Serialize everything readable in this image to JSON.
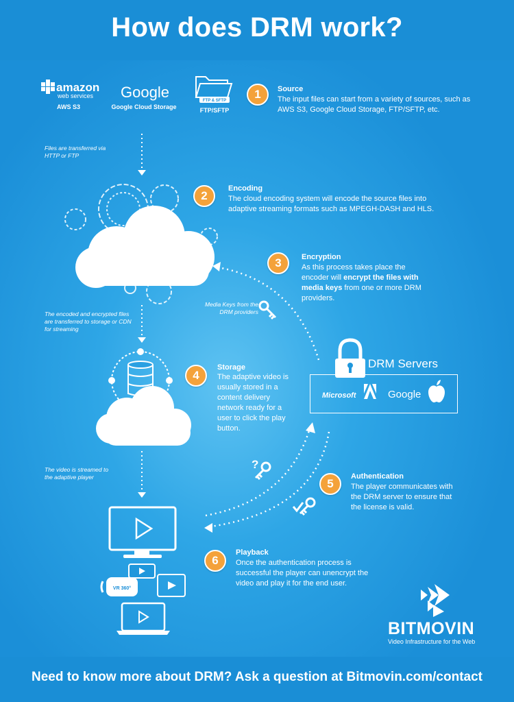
{
  "header": {
    "title": "How does DRM work?"
  },
  "sources": {
    "amazon_logo": "amazon",
    "amazon_logo_sub": "web services",
    "aws_label": "AWS S3",
    "google_logo": "Google",
    "gcs_label": "Google Cloud Storage",
    "ftp_tag": "FTP & SFTP",
    "ftp_label": "FTP/SFTP"
  },
  "steps": [
    {
      "num": "1",
      "title": "Source",
      "text": "The input files can start from a variety of sources, such as AWS S3, Google Cloud Storage, FTP/SFTP, etc."
    },
    {
      "num": "2",
      "title": "Encoding",
      "text": "The cloud encoding system will encode the  source files into adaptive streaming formats such as MPEGH-DASH and HLS."
    },
    {
      "num": "3",
      "title": "Encryption",
      "text_before": "As this process takes place the encoder will ",
      "text_bold": "encrypt the files with media keys",
      "text_after": " from one or more DRM providers."
    },
    {
      "num": "4",
      "title": "Storage",
      "text": "The adaptive video is usually stored in a content delivery network ready for a user to click the play button."
    },
    {
      "num": "5",
      "title": "Authentication",
      "text": "The player communicates with the DRM server to ensure that the license is valid."
    },
    {
      "num": "6",
      "title": "Playback",
      "text": "Once the authentication process is successful the player can unencrypt the video and play it for the end user."
    }
  ],
  "notes": {
    "transfer": "Files are transferred via HTTP or FTP",
    "encoded": "The encoded and encrypted files are transferred to storage or CDN for streaming",
    "streamed": "The video is streamed to the adaptive player",
    "media_keys": "Media Keys from the DRM providers"
  },
  "drm": {
    "title": "DRM Servers",
    "providers": [
      "Microsoft",
      "Google"
    ]
  },
  "devices": {
    "vr_label": "VR 360°"
  },
  "brand": {
    "name": "BITMOVIN",
    "tagline": "Video Infrastructure for the Web"
  },
  "footer": {
    "text": "Need to know more about DRM? Ask a question at Bitmovin.com/contact"
  },
  "colors": {
    "background": "#2ea6e6",
    "header": "#1a8ed6",
    "badge": "#f4a23a",
    "text": "#ffffff"
  }
}
